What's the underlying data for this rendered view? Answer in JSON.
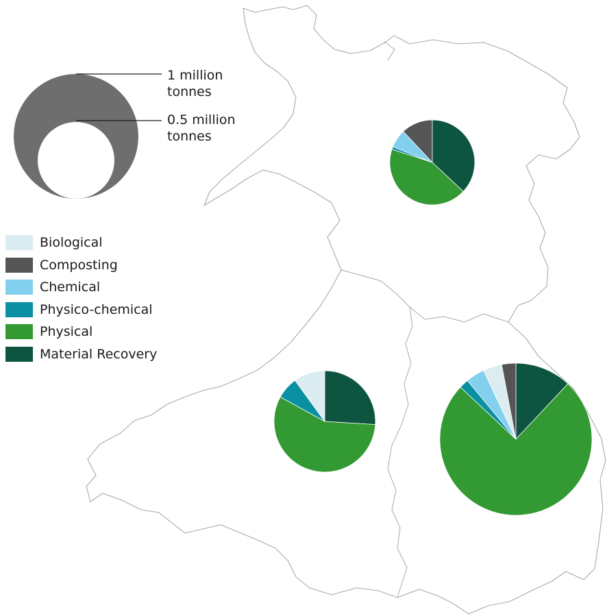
{
  "scale": {
    "large_label_1": "1 million",
    "large_label_2": "tonnes",
    "small_label_1": "0.5 million",
    "small_label_2": "tonnes",
    "large_value_million_tonnes": 1.0,
    "small_value_million_tonnes": 0.5
  },
  "legend": [
    {
      "label": "Biological",
      "color": "#dcedf2"
    },
    {
      "label": "Composting",
      "color": "#555555"
    },
    {
      "label": "Chemical",
      "color": "#82d0ee"
    },
    {
      "label": "Physico-chemical",
      "color": "#0a8fa3"
    },
    {
      "label": "Physical",
      "color": "#339933"
    },
    {
      "label": "Material Recovery",
      "color": "#0d5540"
    }
  ],
  "chart_data": {
    "type": "pie",
    "region_pies": [
      {
        "region": "north",
        "slices": {
          "Material Recovery": 37,
          "Physical": 43,
          "Physico-chemical": 1,
          "Chemical": 7,
          "Composting": 12
        }
      },
      {
        "region": "south-west",
        "slices": {
          "Material Recovery": 26,
          "Physical": 57,
          "Physico-chemical": 7,
          "Biological": 10
        }
      },
      {
        "region": "south-east",
        "slices": {
          "Material Recovery": 12,
          "Physical": 75,
          "Physico-chemical": 2,
          "Chemical": 4,
          "Biological": 4,
          "Composting": 3
        }
      }
    ]
  }
}
